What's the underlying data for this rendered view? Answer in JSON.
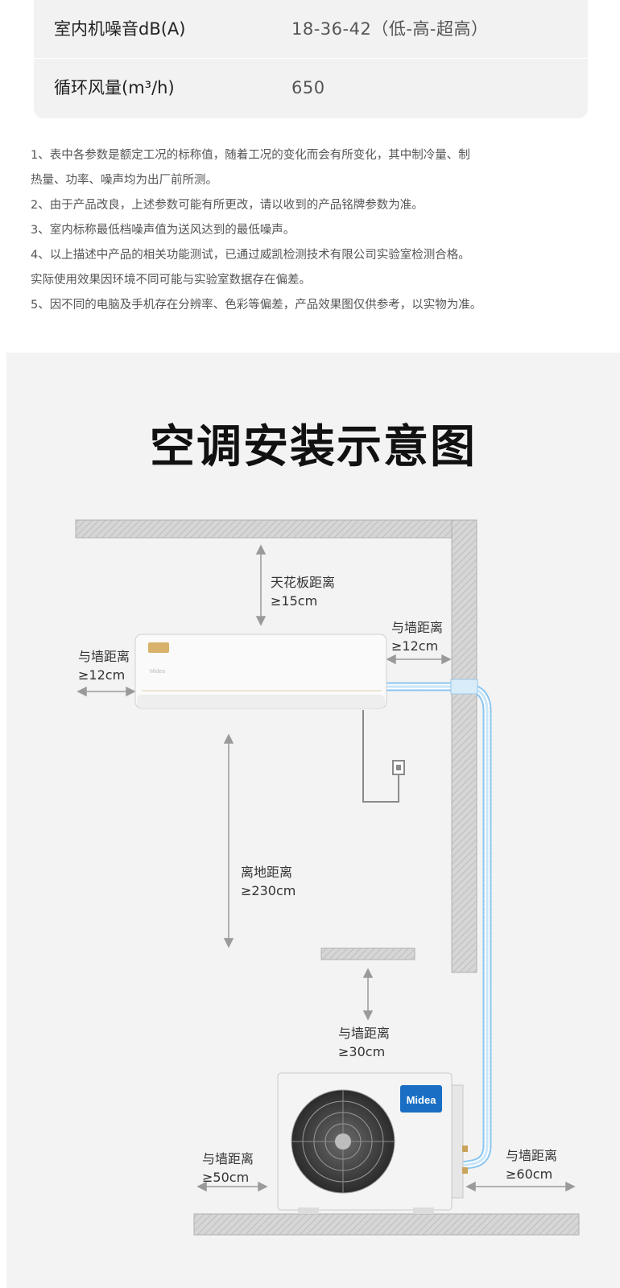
{
  "spec_table": {
    "rows": [
      {
        "label": "室内机噪音dB(A)",
        "value": "18-36-42（低-高-超高）"
      },
      {
        "label": "循环风量(m³/h)",
        "value": "650"
      }
    ]
  },
  "notes": [
    "1、表中各参数是额定工况的标称值，随着工况的变化而会有所变化，其中制冷量、制",
    "热量、功率、噪声均为出厂前所测。",
    "2、由于产品改良，上述参数可能有所更改，请以收到的产品铭牌参数为准。",
    "3、室内标称最低档噪声值为送风达到的最低噪声。",
    "4、以上描述中产品的相关功能测试，已通过威凯检测技术有限公司实验室检测合格。",
    "实际使用效果因环境不同可能与实验室数据存在偏差。",
    "5、因不同的电脑及手机存在分辨率、色彩等偏差，产品效果图仅供参考，以实物为准。"
  ],
  "diagram": {
    "title": "空调安装示意图",
    "brand": "Midea",
    "labels": {
      "ceiling": {
        "name": "天花板距离",
        "value": "≥15cm"
      },
      "right_wall_indoor": {
        "name": "与墙距离",
        "value": "≥12cm"
      },
      "left_wall_indoor": {
        "name": "与墙距离",
        "value": "≥12cm"
      },
      "floor": {
        "name": "离地距离",
        "value": "≥230cm"
      },
      "top_outdoor": {
        "name": "与墙距离",
        "value": "≥30cm"
      },
      "left_outdoor": {
        "name": "与墙距离",
        "value": "≥50cm"
      },
      "right_outdoor": {
        "name": "与墙距离",
        "value": "≥60cm"
      }
    }
  }
}
